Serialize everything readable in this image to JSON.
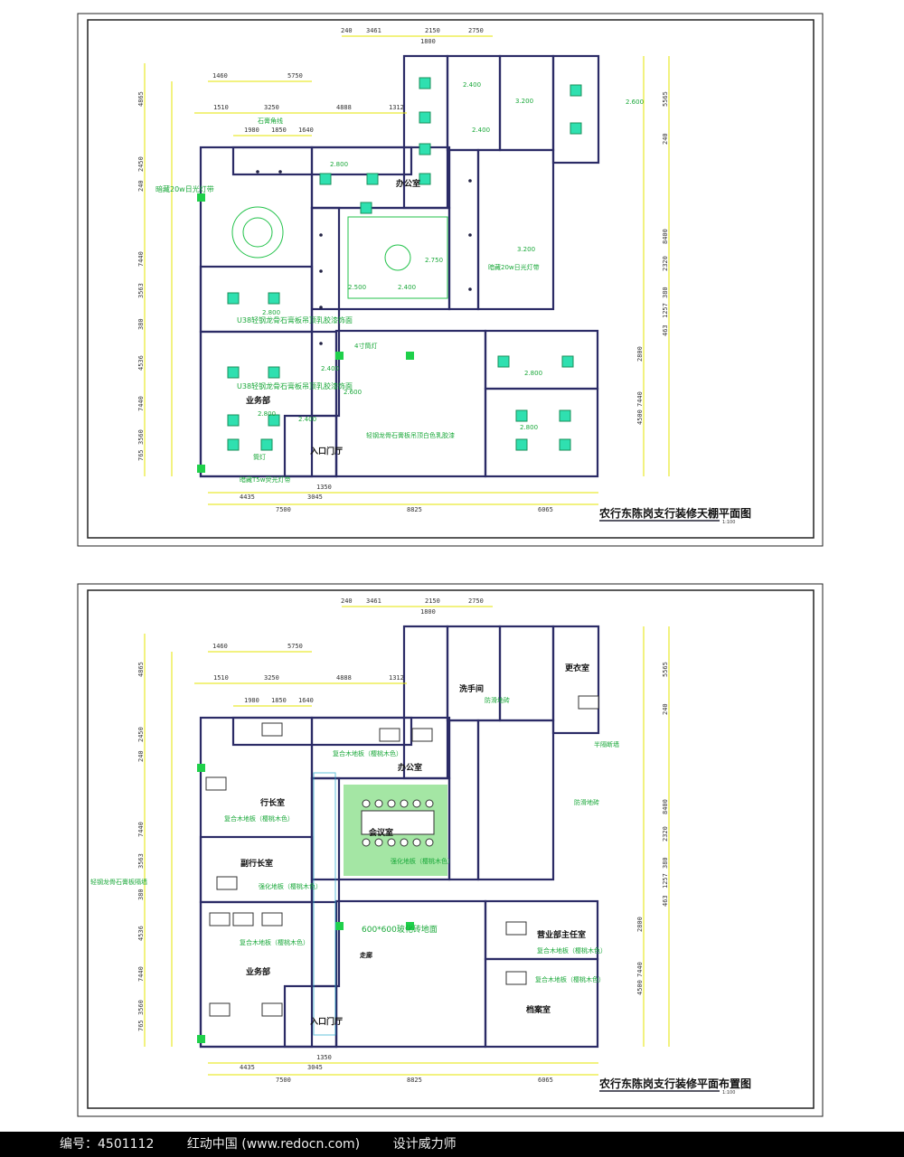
{
  "ceiling_plan": {
    "title": "农行东陈岗支行装修天棚平面图",
    "scale": "1:100",
    "rooms": [
      "办公室",
      "业务部",
      "入口门厅"
    ],
    "notes": [
      "U38轻钢龙骨石膏板吊顶乳胶漆饰面",
      "U38轻钢龙骨石膏板吊顶乳胶漆饰面",
      "暗藏20w日光灯带",
      "石膏角线",
      "4寸筒灯",
      "暗藏T5w荧光灯带",
      "轻钢龙骨石膏板吊顶白色乳胶漆",
      "筒灯",
      "暗藏20w日光灯带"
    ],
    "heights": [
      "2.400",
      "2.400",
      "3.200",
      "2.800",
      "2.800",
      "2.750",
      "3.200",
      "2.500",
      "2.400",
      "2.600",
      "2.800",
      "2.400",
      "2.400",
      "2.800",
      "2.800",
      "2.600"
    ]
  },
  "floor_plan": {
    "title": "农行东陈岗支行装修平面布置图",
    "scale": "1:100",
    "rooms": [
      "办公室",
      "行长室",
      "副行长室",
      "会议室",
      "业务部",
      "入口门厅",
      "洗手间",
      "更衣室",
      "营业部主任室",
      "档案室",
      "走廊"
    ],
    "notes": [
      "复合木地板（樱桃木色）",
      "复合木地板（樱桃木色）",
      "强化地板（樱桃木色）",
      "强化地板（樱桃木色）",
      "复合木地板（樱桃木色）",
      "复合木地板（樱桃木色）",
      "复合木地板（樱桃木色）",
      "600*600玻化砖地面",
      "轻钢龙骨石膏板隔墙",
      "半隔断墙",
      "防滑地砖",
      "防滑地砖"
    ]
  },
  "dimensions": {
    "top": [
      "240",
      "3461",
      "2150",
      "2750",
      "1800",
      "1460",
      "5750",
      "1510",
      "3250",
      "4888",
      "1312",
      "1980",
      "1850",
      "1640"
    ],
    "bottom": [
      "4435",
      "3045",
      "7500",
      "8825",
      "6065",
      "1350"
    ],
    "left": [
      "4865",
      "2450",
      "240",
      "7440",
      "3563",
      "380",
      "4536",
      "7440",
      "3560",
      "765"
    ],
    "right": [
      "5565",
      "240",
      "8400",
      "2320",
      "380",
      "1257",
      "463",
      "7440",
      "4500",
      "2800"
    ]
  },
  "footer": {
    "id_label": "编号：4501112",
    "site": "红动中国 (www.redocn.com)",
    "author": "设计威力师"
  }
}
